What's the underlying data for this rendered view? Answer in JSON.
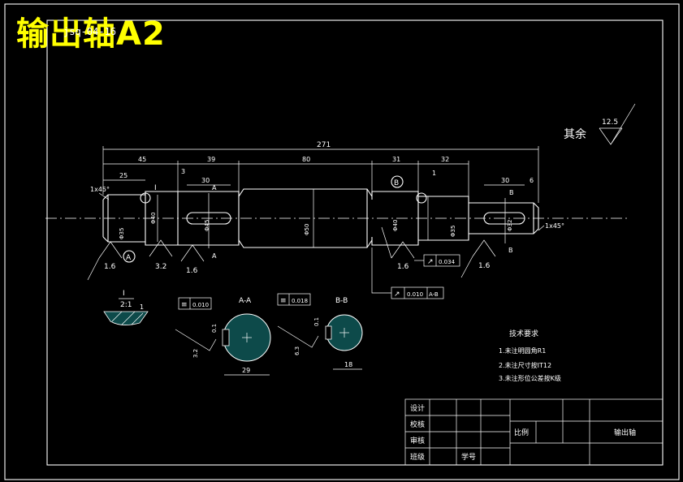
{
  "title": {
    "main": "输出轴A2",
    "code": "jsq-04-16"
  },
  "surface_finish": {
    "note": "其余",
    "general": "12.5",
    "labels": [
      "1.6",
      "3.2",
      "1.6",
      "1.6",
      "1.6"
    ]
  },
  "dimensions": {
    "overall": "271",
    "segments": [
      "45",
      "39",
      "80",
      "31",
      "32"
    ],
    "sub": [
      "25",
      "30",
      "30",
      "3",
      "1",
      "6"
    ],
    "chamfer_left": "1x45°",
    "chamfer_right": "1x45°",
    "diameters": [
      "Φ35",
      "Φ40",
      "Φ45",
      "Φ50",
      "Φ40",
      "Φ35",
      "Φ32"
    ]
  },
  "callouts": {
    "datum_a": "A",
    "datum_b": "B",
    "section_a": "A",
    "section_b": "B",
    "detail": "I"
  },
  "tolerances": {
    "runout_right": "0.034",
    "runout_bottom": "0.010",
    "runout_bottom_ref": "A-B",
    "sym_a": "0.010",
    "sym_b": "0.018"
  },
  "detail_view": {
    "label": "I",
    "scale": "2:1",
    "note": "1"
  },
  "sections": {
    "a": {
      "title": "A-A",
      "width": "29",
      "finish": "3.2",
      "tol_note": "0.1"
    },
    "b": {
      "title": "B-B",
      "width": "18",
      "finish": "6.3",
      "tol_note": "0.1"
    }
  },
  "tech_requirements": {
    "heading": "技术要求",
    "items": [
      "1.未注明圆角R1",
      "2.未注尺寸按IT12",
      "3.未注形位公差按K级"
    ]
  },
  "title_block": {
    "design": "设计",
    "check": "校核",
    "review": "审核",
    "class": "班级",
    "student_no": "学号",
    "scale": "比例",
    "part_name": "输出轴"
  }
}
